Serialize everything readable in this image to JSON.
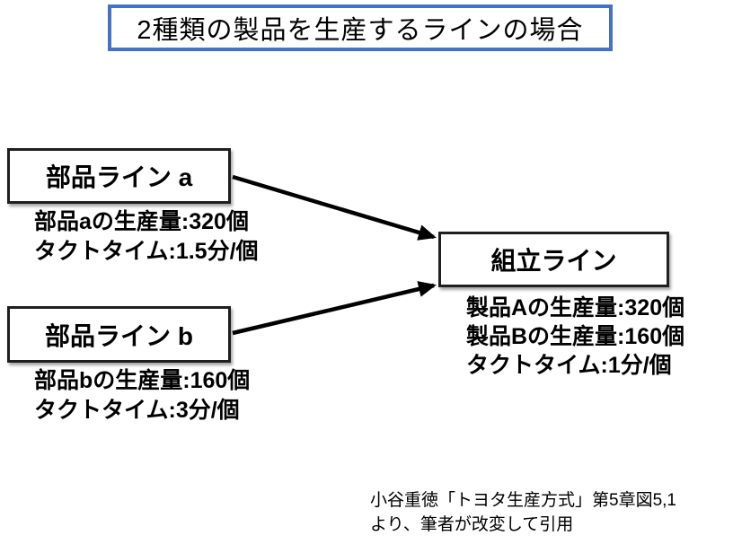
{
  "title": {
    "text": "2種類の製品を生産するラインの場合",
    "border_color": "#4472C4"
  },
  "diagram": {
    "parts_line_a": {
      "label": "部品ライン a",
      "stats": [
        "部品aの生産量:320個",
        "タクトタイム:1.5分/個"
      ]
    },
    "parts_line_b": {
      "label": "部品ライン b",
      "stats": [
        "部品bの生産量:160個",
        "タクトタイム:3分/個"
      ]
    },
    "assembly_line": {
      "label": "組立ライン",
      "stats": [
        "製品Aの生産量:320個",
        "製品Bの生産量:160個",
        "タクトタイム:1分/個"
      ]
    }
  },
  "citation": {
    "line1": "小谷重徳「トヨタ生産方式」第5章図5,1",
    "line2": "より、筆者が改変して引用"
  },
  "colors": {
    "accent_blue": "#4472C4",
    "line_black": "#000000"
  }
}
